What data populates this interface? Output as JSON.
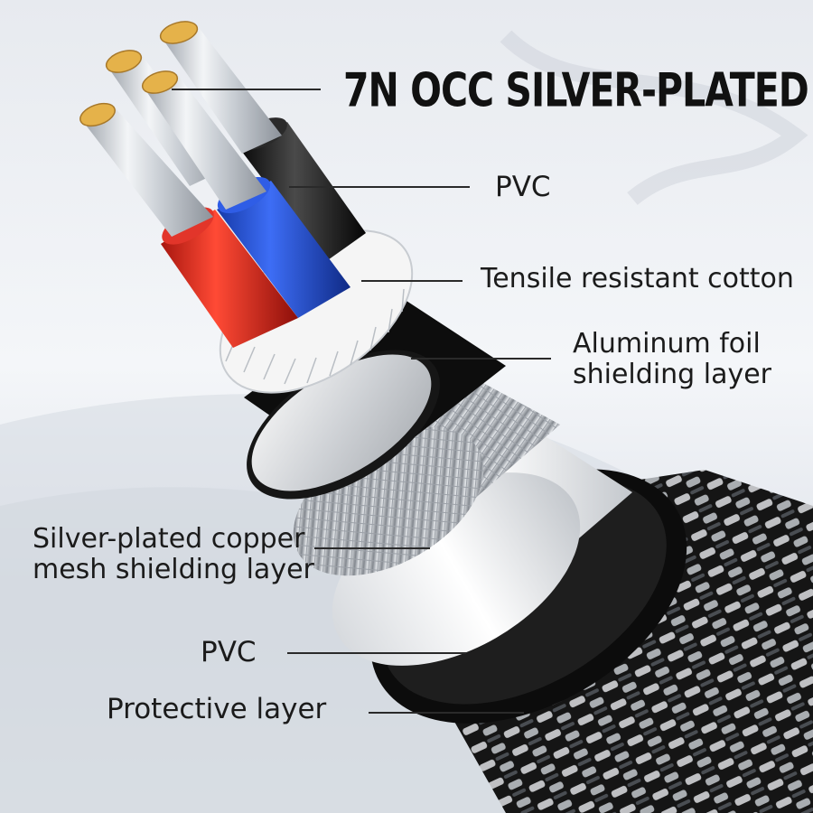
{
  "title": "7N OCC SILVER-PLATED",
  "labels": {
    "pvc_inner": "PVC",
    "cotton": "Tensile resistant cotton",
    "foil": "Aluminum foil\nshielding layer",
    "mesh": "Silver-plated copper\nmesh shielding layer",
    "pvc_outer": "PVC",
    "protective": "Protective layer"
  },
  "colors": {
    "red_insulation": "#d8261b",
    "blue_insulation": "#1f4fd6",
    "black_insulation": "#141414",
    "conductor_tip": "#e5b24a",
    "jacket": "#0e0e0e"
  }
}
